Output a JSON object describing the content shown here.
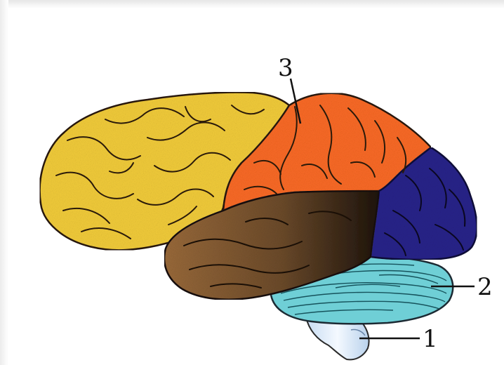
{
  "labels": {
    "label_1": "1",
    "label_2": "2",
    "label_3": "3"
  },
  "colors": {
    "frontal": "#f2cc3a",
    "parietal": "#fa6a26",
    "occipital": "#28228a",
    "temporal": "#6b4a2a",
    "cerebellum": "#6fcfd6",
    "brainstem": "#e8f1fb",
    "sulci": "#2a1a0a",
    "leader_line": "#111111"
  },
  "icons": {
    "brain_illustration": "brain-lateral-view-illustration"
  }
}
